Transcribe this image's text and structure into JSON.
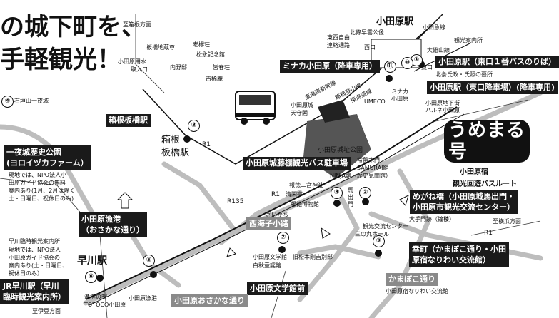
{
  "headline": {
    "line1": "の城下町を、",
    "line2": "手軽観光！"
  },
  "logo": {
    "main": "うめまる号",
    "sub1": "小田原宿",
    "sub2": "観光回遊バスルート"
  },
  "directions": {
    "hakone": "至箱根方面",
    "izu": "至伊豆方面",
    "yokohama": "至横浜方面"
  },
  "stations": {
    "odawara": "小田原駅",
    "hakone_itabashi_l1": "箱根",
    "hakone_itabashi_l2": "板橋駅",
    "hayakawa": "早川駅"
  },
  "roads": {
    "r1_a": "R1",
    "r1_b": "R1",
    "r1_c": "R1",
    "r1_d": "R1",
    "r135": "R135"
  },
  "stops": [
    {
      "num": "①",
      "label": "小田原駅（東口1番バスのりば）"
    },
    {
      "num": "⑩",
      "label": "小田原駅（東口降車場）(降車専用)"
    },
    {
      "num": "⑪",
      "label": "ミナカ小田原（降車専用）"
    },
    {
      "num": "②",
      "label": "めがね橋（小田原城馬出門・小田原市観光交流センター）"
    },
    {
      "num": "③",
      "label": "箱根板橋駅"
    },
    {
      "num": "④",
      "label": "石垣山一夜城"
    },
    {
      "num": "⑤",
      "label": "小田原漁港（おさかな通り）"
    },
    {
      "num": "⑥",
      "label": "JR早川駅（早川臨時観光案内所）"
    },
    {
      "num": "⑦",
      "label": "小田原文学館前"
    },
    {
      "num": "⑧",
      "label": "小田原城藤棚観光バス駐車場"
    },
    {
      "num": "⑨",
      "label": "幸町（かまぼこ通り・小田原宿なりわい交流館）"
    }
  ],
  "boxes": {
    "odawara_east1": "小田原駅（東口１番バスのりば）",
    "odawara_east_drop": "小田原駅（東口降車場）(降車専用)",
    "minaka": "ミナカ小田原（降車専用）",
    "hakone_itabashi": "箱根板橋駅",
    "fujidana": "小田原城藤棚観光バス駐車場",
    "meganebashi_l1": "めがね橋（小田原城馬出門・",
    "meganebashi_l2": "小田原市観光交流センター）",
    "ichiyajo_l1": "一夜城歴史公園",
    "ichiyajo_l2": "(ヨロイヅカファーム）",
    "gyoko_l1": "小田原漁港",
    "gyoko_l2": "（おさかな通り）",
    "hayakawa_l1": "JR早川駅（早川",
    "hayakawa_l2": "臨時観光案内所）",
    "saiwaicho_l1": "幸町（かまぼこ通り・小田",
    "saiwaicho_l2": "原宿なりわい交流館）",
    "bungakukan": "小田原文学館前",
    "saikaishi": "西海子小路",
    "kamaboko": "かまぼこ通り",
    "osakana": "小田原おさかな通り"
  },
  "labels": {
    "hojo_statue": "北條早雲公像",
    "higashi_jiyu_l1": "東西自由",
    "higashi_jiyu_l2": "連絡通路",
    "nishiguchi": "西口",
    "odawara_castle_gate": "小田急線",
    "kanko_annai": "観光案内所",
    "daiyu_do": "大雄山線",
    "higashiguchi": "東口",
    "hojo_tomb": "北条氏政・氏照の墓所",
    "tokaido_shinkansen": "東海道新幹線",
    "tokaido_line": "東海道線",
    "hakone_tozan": "箱根登山線",
    "minaka_small_l1": "ミナカ",
    "minaka_small_l2": "小田原",
    "chika_l1": "小田原地下街",
    "chika_l2": "ハルネ小田原",
    "umeco": "UMECO",
    "tenshu_l1": "小田原城",
    "tenshu_l2": "天守閣",
    "park": "小田原城址公園",
    "tokiwagi": "常盤木門",
    "samurai": "SAMURAI館",
    "ninja": "NINJA館（歴史見聞館）",
    "ninomiya": "報徳二宮神社",
    "seikantei": "清閑亭",
    "hotoku_museum": "報徳博物館",
    "umadashi_l1": "馬",
    "umadashi_l2": "出",
    "umadashi_l3": "門",
    "otemon": "大手門跡（鐘楼）",
    "kanko_center": "観光交流センター",
    "sannomaru": "三の丸ホール",
    "bungakukan_l1": "小田原文学館",
    "bungakukan_l2": "白秋童謡館",
    "matsumoto": "旧松本剛吉別邸",
    "saiwai_ruby": "さいかち",
    "nariwai": "小田原宿なりわい交流館",
    "itabashi_jizo": "板橋地蔵尊",
    "rogetsu": "老欅荘",
    "shoei": "松永記念館",
    "uchino": "内野邸",
    "kaisho": "皆春荘",
    "kokian": "古稀庵",
    "water_l1": "小田原用水",
    "water_l2": "取入口",
    "ichiyajo_text_l1": "現地では、NPO法人小",
    "ichiyajo_text_l2": "田原ガイド協会の無料",
    "ichiyajo_text_l3": "案内あり(1月、2月は除く",
    "ichiyajo_text_l4": "土・日曜日、祝休日のみ)",
    "hayakawa_info": "早川臨時観光案内所",
    "hayakawa_text_l1": "現地では、NPO法人",
    "hayakawa_text_l2": "小田原ガイド協会の",
    "hayakawa_text_l3": "案内あり(土・日曜日、",
    "hayakawa_text_l4": "祝休日のみ）",
    "gyoko_eki_l1": "漁港の駅",
    "gyoko_eki_l2": "TOTOCO小田原",
    "gyoko_small": "小田原漁港",
    "ishigaki": "石垣山一夜城"
  }
}
